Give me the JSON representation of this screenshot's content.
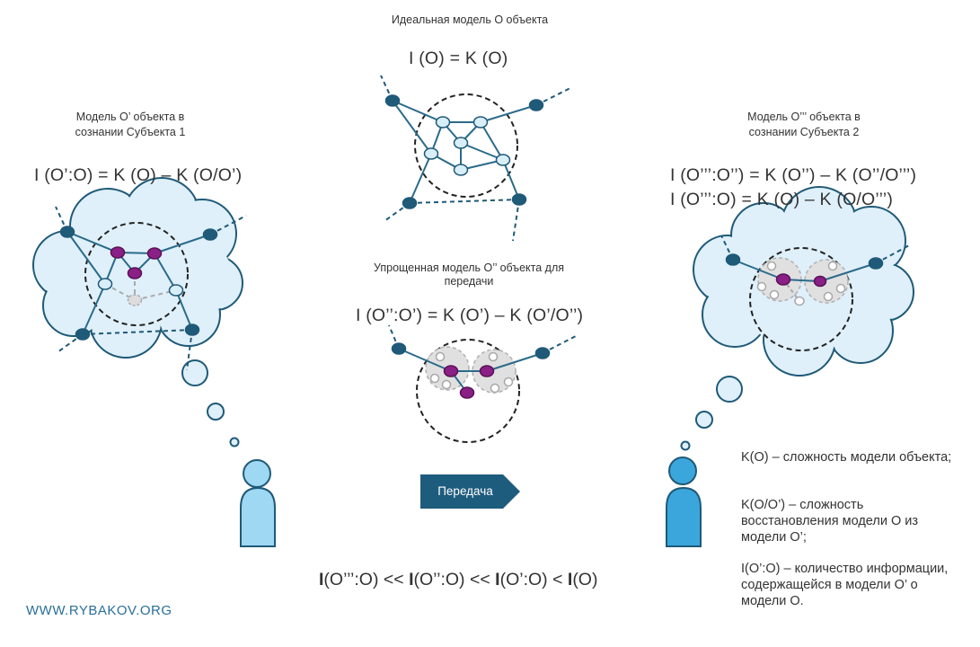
{
  "top": {
    "caption": "Идеальная модель О объекта",
    "formula": "I (O) = K (O)"
  },
  "left": {
    "caption_line1": "Модель О’ объекта в",
    "caption_line2": "сознании Субъекта 1",
    "formula": "I (O’:O) = K (O) – K (O/O’)"
  },
  "middle": {
    "caption_line1": "Упрощенная модель О’’ объекта для",
    "caption_line2": "передачи",
    "formula": "I (O’’:O’) = K (O’) – K (O’/O’’)"
  },
  "right": {
    "caption_line1": "Модель О’’’ объекта в",
    "caption_line2": "сознании Субъекта 2",
    "formula_line1": "I (O’’’:O’’) = K (O’’) – K (O’’/O’’’)",
    "formula_line2": "I (O’’’:O) = K (O) – K (O/O’’’)"
  },
  "transfer": {
    "label": "Передача"
  },
  "legend": {
    "item1": "K(O) – сложность модели объекта;",
    "item2": "K(O/O’) – сложность восстановления модели О из модели О’;",
    "item3": "I(O’:O) – количество информации, содержащейся в модели О’ о модели О."
  },
  "bottom": {
    "f1_bold": "I",
    "f1": "(O’’’:O) << ",
    "f2_bold": "I",
    "f2": "(O’’:O) << ",
    "f3_bold": "I",
    "f3": "(O’:O) < ",
    "f4_bold": "I",
    "f4": "(O)"
  },
  "footer": {
    "site": "WWW.RYBAKOV.ORG"
  },
  "colors": {
    "dark_node": "#1f5a78",
    "light_node": "#d8eef8",
    "purple_node": "#8a1f86",
    "edge": "#2a6b8a",
    "cloud_fill": "#dff0fa",
    "cloud_stroke": "#1f5a78",
    "person_left": "#9fd8f2",
    "person_right": "#3ba6dc",
    "arrow": "#1e5c7e"
  }
}
